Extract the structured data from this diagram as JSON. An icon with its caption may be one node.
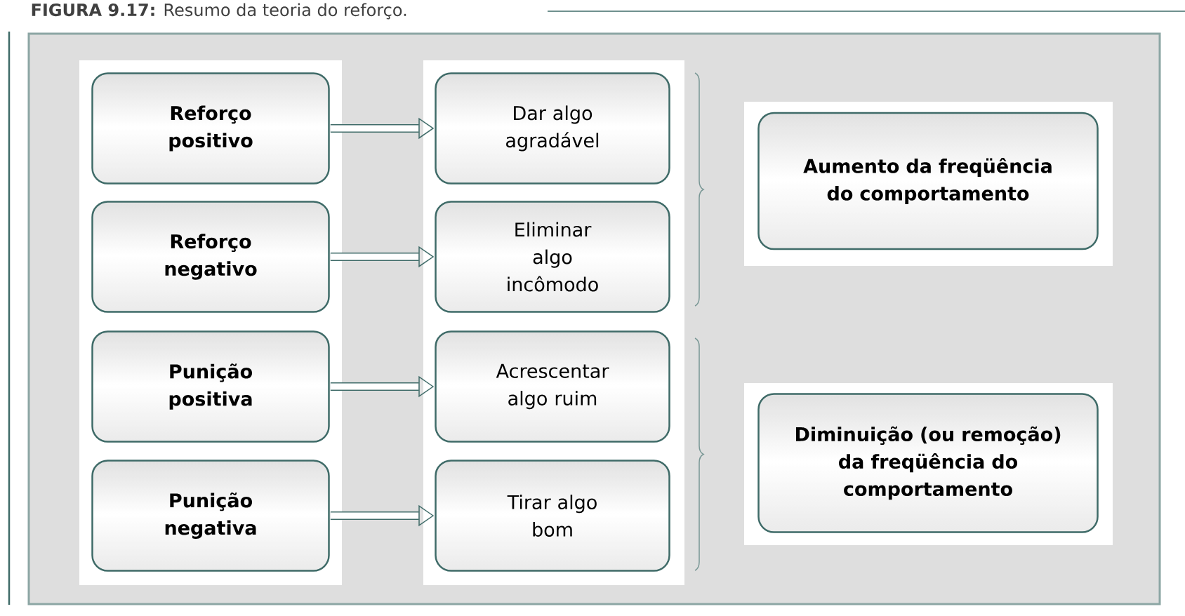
{
  "diagram": {
    "title": "**FIGURA 9.17:** Resumo da teoria do reforço.",
    "nodes": [
      {
        "text": [
          "Reforço positivo"
        ]
      },
      {
        "text": [
          "Reforço negativo"
        ]
      },
      {
        "text": [
          "Punição positiva"
        ]
      },
      {
        "text": [
          "Punição negativa"
        ]
      },
      {
        "text": [
          "Dar algo agradável"
        ]
      },
      {
        "text": [
          "Eliminar algo incômodo"
        ]
      },
      {
        "text": [
          "Acrescentar algo ruim"
        ]
      },
      {
        "text": [
          "Tirar algo bom"
        ]
      },
      {
        "text": [
          "Aumento da freqüência do comportamento"
        ]
      },
      {
        "text": [
          "Diminuição (ou remoção) da freqüência do comportamento"
        ]
      }
    ],
    "edges": [
      {
        "from": 0,
        "to": 4,
        "arrow": "to"
      },
      {
        "from": 1,
        "to": 5,
        "arrow": "to"
      },
      {
        "from": 2,
        "to": 6,
        "arrow": "to"
      },
      {
        "from": 3,
        "to": 7,
        "arrow": "to"
      }
    ]
  }
}
